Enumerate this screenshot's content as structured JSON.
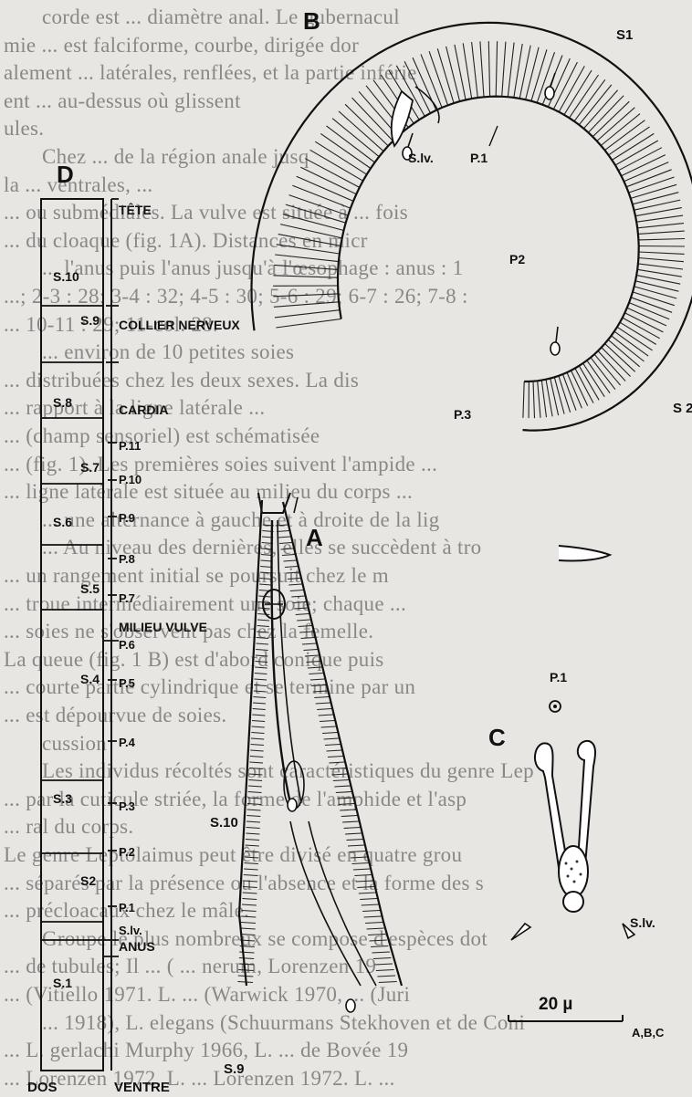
{
  "background_text": [
    "corde est ... diamètre anal. Le gubernacul",
    "mie ... est falciforme, courbe, dirigée dor",
    "alement ... latérales, renflées, et la partie inférie",
    "ent ... au-dessus où glissent",
    "ules.",
    "Chez ... de la région anale jusq",
    "la ... ventrales, ...",
    "... ou submédiales. La vulve est située à ... fois",
    "... du cloaque (fig. 1A). Distances en micr",
    "... l'anus puis l'anus jusqu'à l'œsophage : anus : 1",
    "...; 2-3 : 28; 3-4 : 32; 4-5 : 30; 5-6 : 29; 6-7 : 26; 7-8 :",
    "... 10-11 : 29; 11-col. 28.",
    "... environ de 10 petites soies",
    "... distribuées chez les deux sexes. La dis",
    "... rapport à la ligne latérale ...",
    "... (champ sensoriel) est schématisée",
    "... (fig. 1). Les premières soies suivent l'ampide ...",
    "... ligne latérale est située au milieu du corps ...",
    "... une alternance à gauche et à droite de la lig",
    "... Au niveau des dernières, elles se succèdent à tro",
    "... un rangement initial se poursuit chez le m",
    "... troue intermédiairement une soie; chaque ...",
    "... soies ne s'observent pas chez la femelle.",
    "La queue (fig. 1 B) est d'abord conique puis",
    "... courte partie cylindrique et se termine par un",
    "... est dépourvue de soies.",
    "cussion",
    "Les individus récoltés sont caractéristiques du genre Lep",
    "... par la cuticule striée, la forme de l'amphide et l'asp",
    "... ral du corps.",
    "Le genre Leptolaimus peut être divisé en quatre grou",
    "... séparés par la présence ou l'absence et la forme des s",
    "... précloacaux chez le mâle.",
    "Groupe le plus nombreux se compose d'espèces dot",
    "... de tubules; Il ... ( ... nerum, Lorenzen 19",
    "... (Vitiello 1971. L. ... (Warwick 1970, ... (Juri",
    "... 1918), L. elegans (Schuurmans Stekhoven et de Coni",
    "... L. gerlachi Murphy 1966, L. ... de Bovée 19",
    "... Lorenzen 1972, L. ... Lorenzen 1972. L. ..."
  ],
  "figure": {
    "panel_labels": {
      "A": "A",
      "B": "B",
      "C": "C",
      "D": "D"
    },
    "panel_A": {
      "labels": {
        "s10": "S.10",
        "s9": "S.9"
      }
    },
    "panel_B": {
      "labels": {
        "s1": "S1",
        "s2": "S 2",
        "slv": "S.lv.",
        "p1": "P.1",
        "p2": "P2",
        "p3": "P.3"
      }
    },
    "panel_C": {
      "labels": {
        "p1": "P.1",
        "slv": "S.lv."
      },
      "scale_bar": "20 µ",
      "scale_note": "A,B,C"
    },
    "panel_D": {
      "right_labels": [
        {
          "text": "TÊTE"
        },
        {
          "text": "COLLIER NERVEUX"
        },
        {
          "text": "CARDIA"
        },
        {
          "text": "P.11"
        },
        {
          "text": "P.10"
        },
        {
          "text": "P.9"
        },
        {
          "text": "P.8"
        },
        {
          "text": "P.7"
        },
        {
          "text": "MILIEU VULVE"
        },
        {
          "text": "P.6"
        },
        {
          "text": "P.5"
        },
        {
          "text": "P.4"
        },
        {
          "text": "P.3"
        },
        {
          "text": "P.2"
        },
        {
          "text": "P.1"
        },
        {
          "text": "S.lv."
        },
        {
          "text": "ANUS"
        }
      ],
      "left_labels": [
        {
          "text": "S.10"
        },
        {
          "text": "S.9"
        },
        {
          "text": "S.8"
        },
        {
          "text": "S.7"
        },
        {
          "text": "S.6"
        },
        {
          "text": "S.5"
        },
        {
          "text": "S.4"
        },
        {
          "text": "S.3"
        },
        {
          "text": "S2"
        },
        {
          "text": "S.1"
        }
      ],
      "bottom_left": "DOS",
      "bottom_right": "VENTRE"
    }
  }
}
